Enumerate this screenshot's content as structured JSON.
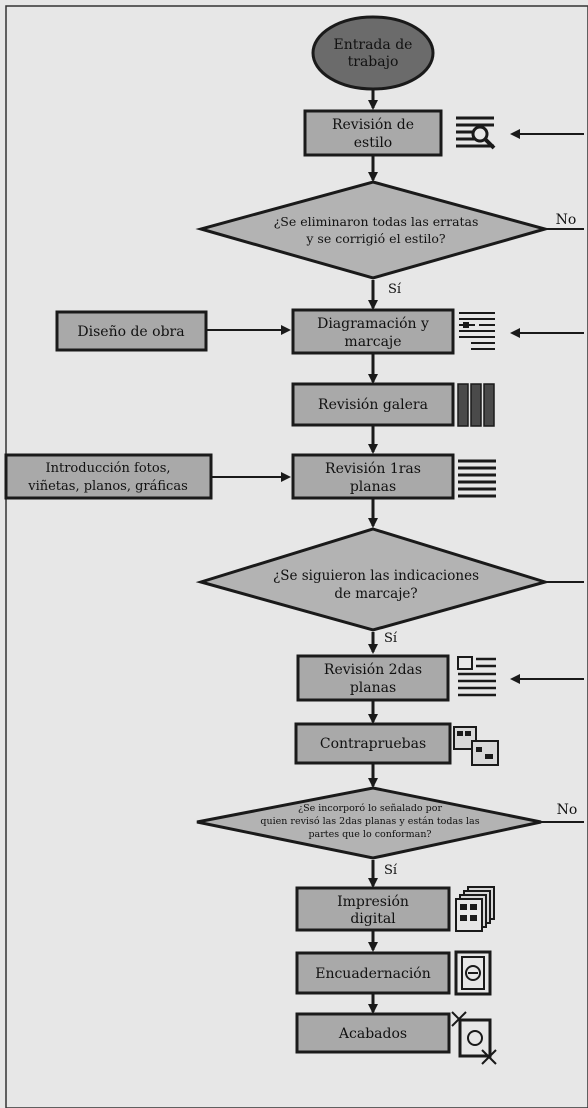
{
  "start": {
    "line1": "Entrada de",
    "line2": "trabajo"
  },
  "boxes": {
    "revision_estilo": {
      "line1": "Revisión de",
      "line2": "estilo"
    },
    "diagramacion": {
      "line1": "Diagramación y",
      "line2": "marcaje"
    },
    "galera": {
      "label": "Revisión galera"
    },
    "primeras": {
      "line1": "Revisión 1ras",
      "line2": "planas"
    },
    "segundas": {
      "line1": "Revisión 2das",
      "line2": "planas"
    },
    "contrapruebas": {
      "label": "Contrapruebas"
    },
    "impresion": {
      "line1": "Impresión",
      "line2": "digital"
    },
    "encuadernacion": {
      "label": "Encuadernación"
    },
    "acabados": {
      "label": "Acabados"
    }
  },
  "side_boxes": {
    "diseno": {
      "label": "Diseño de obra"
    },
    "fotos": {
      "line1": "Introducción fotos,",
      "line2": "viñetas, planos, gráficas"
    }
  },
  "decisions": {
    "erratas": {
      "line1": "¿Se eliminaron todas las erratas",
      "line2": "y se corrigió el estilo?",
      "yes": "Sí",
      "no": "No"
    },
    "marcaje": {
      "line1": "¿Se siguieron las indicaciones",
      "line2": "de marcaje?",
      "yes": "Sí"
    },
    "incorporo": {
      "line1": "¿Se incorporó lo señalado por",
      "line2": "quien revisó las 2das planas y están todas  las",
      "line3": "partes que lo conforman?",
      "yes": "Sí",
      "no": "No"
    }
  },
  "icons": [
    "magnifier-doc-icon",
    "marked-page-icon",
    "galley-strips-icon",
    "text-lines-icon",
    "layout-page-icon",
    "proof-sheets-icon",
    "printed-stack-icon",
    "binding-icon",
    "finished-book-icon"
  ],
  "colors": {
    "box_fill": "#a9a9a9",
    "ellipse_fill": "#6b6b6b",
    "diamond_fill": "#b3b3b3",
    "background": "#e7e7e7",
    "line": "#1a1a1a"
  }
}
